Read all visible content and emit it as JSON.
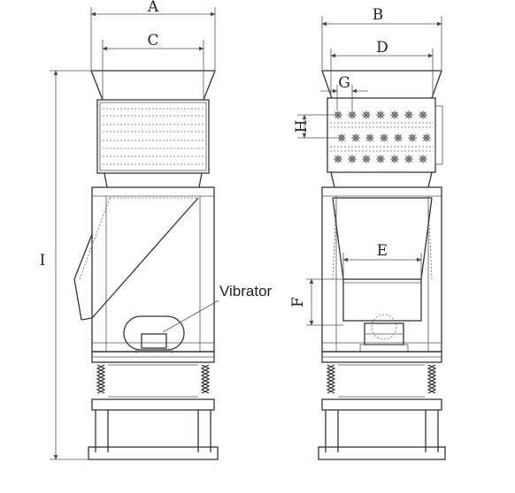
{
  "dimensions": {
    "A": "A",
    "B": "B",
    "C": "C",
    "D": "D",
    "E": "E",
    "F": "F",
    "G": "G",
    "H": "H",
    "I": "I"
  },
  "callout": {
    "vibrator_label": "Vibrator"
  }
}
